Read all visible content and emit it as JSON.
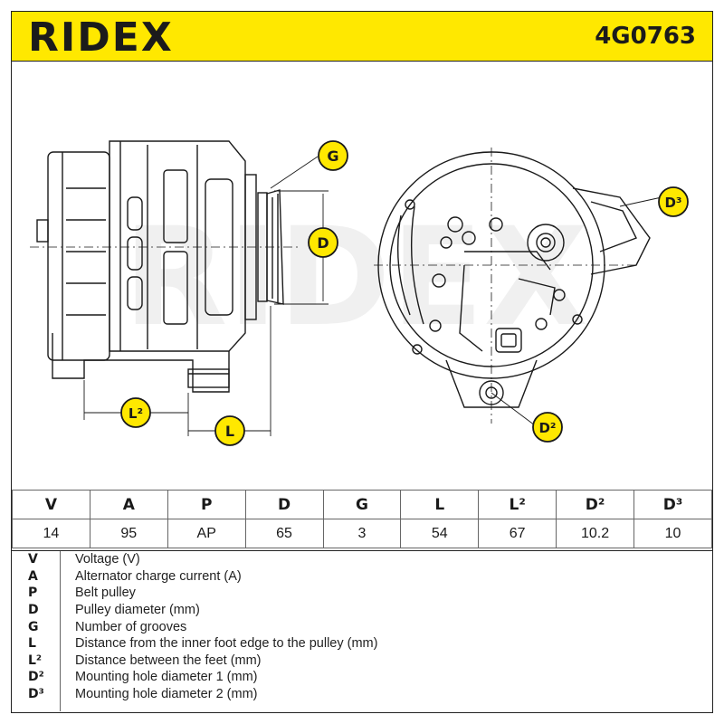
{
  "header": {
    "brand": "RIDEX",
    "part_number": "4G0763"
  },
  "diagram": {
    "watermark": "RIDEX",
    "labels": {
      "g": "G",
      "d": "D",
      "l2": "L²",
      "l": "L",
      "d2": "D²",
      "d3": "D³"
    }
  },
  "specs": {
    "headers": [
      "V",
      "A",
      "P",
      "D",
      "G",
      "L",
      "L²",
      "D²",
      "D³"
    ],
    "values": [
      "14",
      "95",
      "AP",
      "65",
      "3",
      "54",
      "67",
      "10.2",
      "10"
    ]
  },
  "legend": [
    {
      "key": "V",
      "desc": "Voltage (V)"
    },
    {
      "key": "A",
      "desc": "Alternator charge current (A)"
    },
    {
      "key": "P",
      "desc": "Belt pulley"
    },
    {
      "key": "D",
      "desc": "Pulley diameter (mm)"
    },
    {
      "key": "G",
      "desc": "Number of grooves"
    },
    {
      "key": "L",
      "desc": "Distance from the inner foot edge to the pulley (mm)"
    },
    {
      "key": "L²",
      "desc": "Distance between the feet (mm)"
    },
    {
      "key": "D²",
      "desc": "Mounting hole diameter 1 (mm)"
    },
    {
      "key": "D³",
      "desc": "Mounting hole diameter 2 (mm)"
    }
  ],
  "colors": {
    "header_bg": "#ffe800",
    "badge_bg": "#ffe800",
    "line": "#1a1a1a"
  }
}
